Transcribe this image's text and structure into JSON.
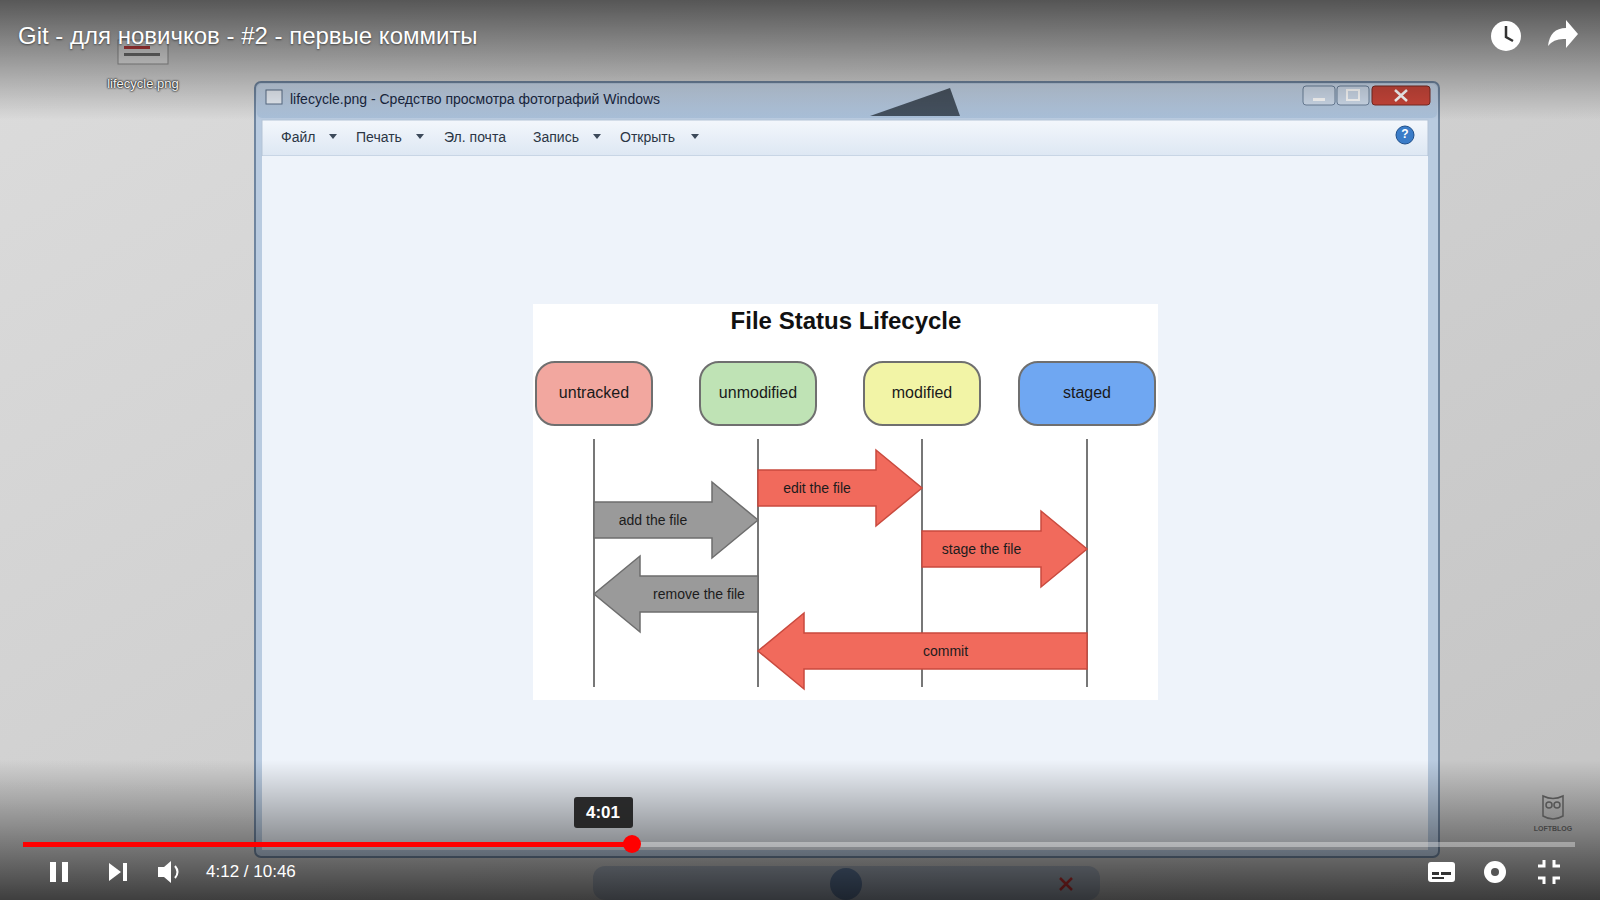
{
  "diagram": {
    "title": "File Status Lifecycle",
    "nodes": [
      {
        "text": [
          "untracked"
        ]
      },
      {
        "text": [
          "unmodified"
        ]
      },
      {
        "text": [
          "modified"
        ]
      },
      {
        "text": [
          "staged"
        ]
      }
    ],
    "edges": [
      {
        "from": 0,
        "to": 1,
        "label": "add the file",
        "arrow": "to"
      },
      {
        "from": 1,
        "to": 2,
        "label": "edit the file",
        "arrow": "to"
      },
      {
        "from": 2,
        "to": 3,
        "label": "stage the file",
        "arrow": "to"
      },
      {
        "from": 1,
        "to": 0,
        "label": "remove the file",
        "arrow": "to"
      },
      {
        "from": 3,
        "to": 1,
        "label": "commit",
        "arrow": "to"
      }
    ],
    "labels": [
      "Git - для новичков - #2 - первые коммиты",
      "lifecycle.png",
      "lifecycle.png - Средство просмотра фотографий Windows",
      "Файл",
      "Печать",
      "Эл. почта",
      "Запись",
      "Открыть",
      "?",
      "4:01",
      "4:12 / 10:46",
      "LOFTBLOG"
    ]
  }
}
